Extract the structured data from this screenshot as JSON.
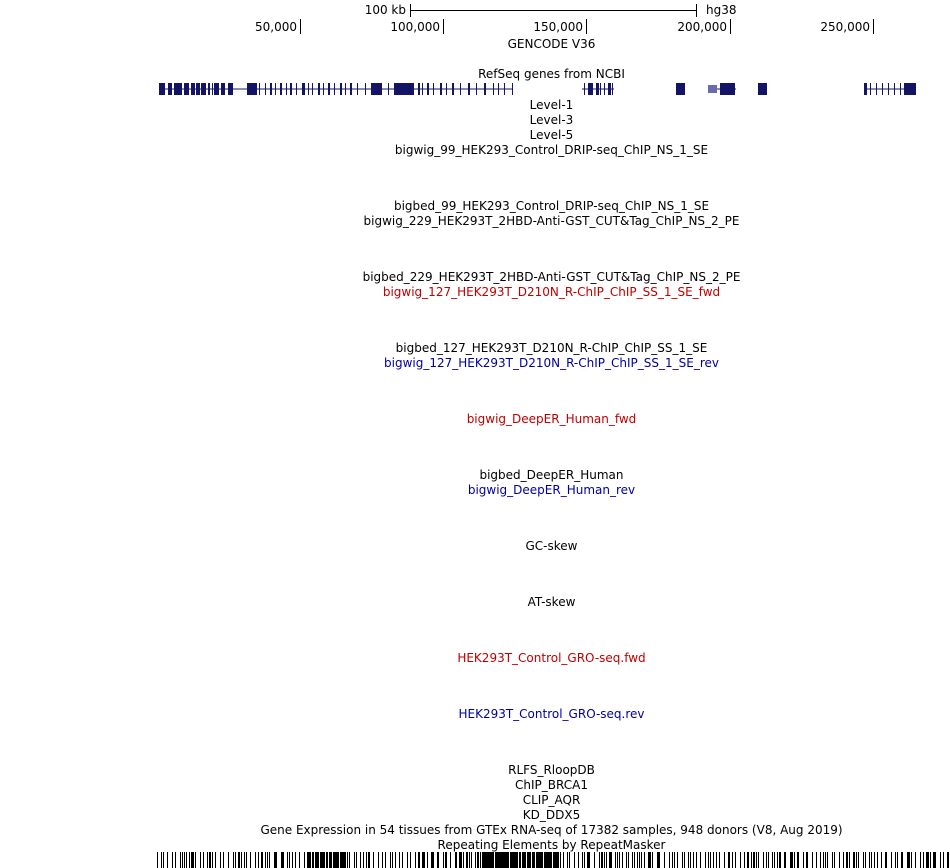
{
  "ruler": {
    "scale_label": "100 kb",
    "assembly": "hg38",
    "positions": [
      "50,000",
      "100,000",
      "150,000",
      "200,000",
      "250,000"
    ]
  },
  "colors": {
    "gene": "#141467",
    "gene_light": "#6a6aae",
    "fwd": "#be0000",
    "rev": "#0000a0",
    "default": "#000000"
  },
  "tracks": [
    {
      "label": "GENCODE V36",
      "color": "default"
    },
    {
      "label": "RefSeq genes from NCBI",
      "color": "default"
    },
    {
      "label": "Level-1",
      "color": "default"
    },
    {
      "label": "Level-3",
      "color": "default"
    },
    {
      "label": "Level-5",
      "color": "default"
    },
    {
      "label": "bigwig_99_HEK293_Control_DRIP-seq_ChIP_NS_1_SE",
      "color": "default"
    },
    {
      "label": "bigbed_99_HEK293_Control_DRIP-seq_ChIP_NS_1_SE",
      "color": "default"
    },
    {
      "label": "bigwig_229_HEK293T_2HBD-Anti-GST_CUT&Tag_ChIP_NS_2_PE",
      "color": "default"
    },
    {
      "label": "bigbed_229_HEK293T_2HBD-Anti-GST_CUT&Tag_ChIP_NS_2_PE",
      "color": "default"
    },
    {
      "label": "bigwig_127_HEK293T_D210N_R-ChIP_ChIP_SS_1_SE_fwd",
      "color": "fwd"
    },
    {
      "label": "bigbed_127_HEK293T_D210N_R-ChIP_ChIP_SS_1_SE",
      "color": "default"
    },
    {
      "label": "bigwig_127_HEK293T_D210N_R-ChIP_ChIP_SS_1_SE_rev",
      "color": "rev"
    },
    {
      "label": "bigwig_DeepER_Human_fwd",
      "color": "fwd"
    },
    {
      "label": "bigbed_DeepER_Human",
      "color": "default"
    },
    {
      "label": "bigwig_DeepER_Human_rev",
      "color": "rev"
    },
    {
      "label": "GC-skew",
      "color": "default"
    },
    {
      "label": "AT-skew",
      "color": "default"
    },
    {
      "label": "HEK293T_Control_GRO-seq.fwd",
      "color": "fwd"
    },
    {
      "label": "HEK293T_Control_GRO-seq.rev",
      "color": "rev"
    },
    {
      "label": "RLFS_RloopDB",
      "color": "default"
    },
    {
      "label": "ChIP_BRCA1",
      "color": "default"
    },
    {
      "label": "CLIP_AQR",
      "color": "default"
    },
    {
      "label": "KD_DDX5",
      "color": "default"
    },
    {
      "label": "Gene Expression in 54 tissues from GTEx RNA-seq of 17382 samples, 948 donors (V8, Aug 2019)",
      "color": "default"
    },
    {
      "label": "Repeating Elements by RepeatMasker",
      "color": "default"
    }
  ]
}
